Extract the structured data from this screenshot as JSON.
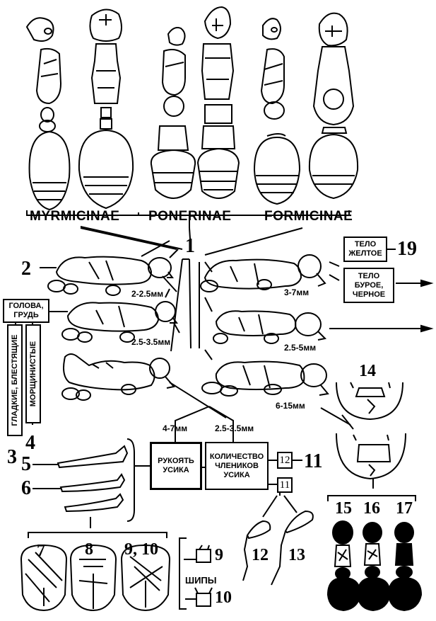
{
  "subfamilies": [
    "MYRMICINAE",
    "PONERINAE",
    "FORMICINAE"
  ],
  "numbers": {
    "n1": "1",
    "n2": "2",
    "n3": "3",
    "n4": "4",
    "n5": "5",
    "n6": "6",
    "n7": "7",
    "n8": "8",
    "n9_10": "9, 10",
    "n9": "9",
    "n10": "10",
    "n11": "11",
    "n12": "12",
    "n13": "13",
    "n14": "14",
    "n15": "15",
    "n16": "16",
    "n17": "17",
    "n19": "19"
  },
  "sizes": {
    "s1": "2-2.5мм",
    "s2": "2.5-3.5мм",
    "s3": "3-7мм",
    "s4": "2.5-5мм",
    "s5": "6-15мм",
    "s6": "4-7мм",
    "s7": "2.5-3.5мм"
  },
  "boxes": {
    "head_thorax": "ГОЛОВА, ГРУДЬ",
    "smooth_shiny": "ГЛАДКИЕ, БЛЕСТЯЩИЕ",
    "wrinkled": "МОРЩИНИСТЫЕ",
    "body_yellow": "ТЕЛО ЖЕЛТОЕ",
    "body_brown_black": "ТЕЛО БУРОЕ, ЧЕРНОЕ",
    "antenna_scape": "РУКОЯТЬ УСИКА",
    "antenna_segments": "КОЛИЧЕСТВО ЧЛЕНИКОВ УСИКА",
    "seg12": "12",
    "seg11": "11"
  },
  "spines_label": "ШИПЫ"
}
